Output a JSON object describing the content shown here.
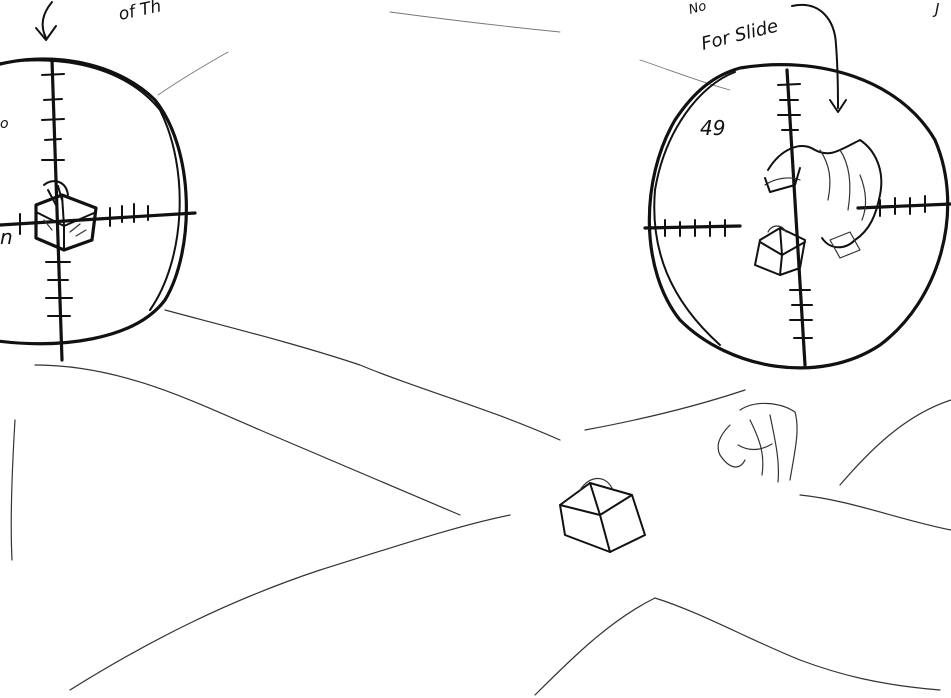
{
  "sketch": {
    "annotations": {
      "top_left_note": "of Th",
      "top_right_note_line1": "No",
      "top_right_note_line2": "For Slide",
      "top_right_edge_mark": "J",
      "right_scope_number": "49",
      "left_scope_mark": "o",
      "left_scope_edge_mark": "n"
    }
  }
}
